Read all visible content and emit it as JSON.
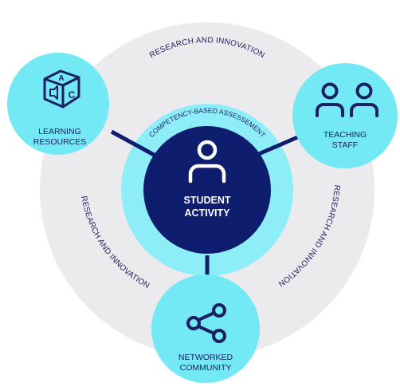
{
  "outer_ring": {
    "labels": [
      "RESEARCH AND INNOVATION",
      "RESEARCH AND INNOVATION",
      "RESEARCH AND INNOVATION"
    ]
  },
  "inner_ring": {
    "label": "COMPETENCY-BASED ASSESSEMENT"
  },
  "center": {
    "line1": "STUDENT",
    "line2": "ACTIVITY",
    "icon": "person-icon"
  },
  "nodes": {
    "learning_resources": {
      "line1": "LEARNING",
      "line2": "RESOURCES",
      "icon": "abc-blocks-icon"
    },
    "teaching_staff": {
      "line1": "TEACHING",
      "line2": "STAFF",
      "icon": "people-icon"
    },
    "networked_community": {
      "line1": "NETWORKED",
      "line2": "COMMUNITY",
      "icon": "share-network-icon"
    }
  },
  "colors": {
    "outer_ring": "#ebebed",
    "node_fill": "#72e9f5",
    "node_fill_inner": "#8eeef8",
    "center_fill": "#0f1d6e",
    "ink": "#1b1f63"
  }
}
